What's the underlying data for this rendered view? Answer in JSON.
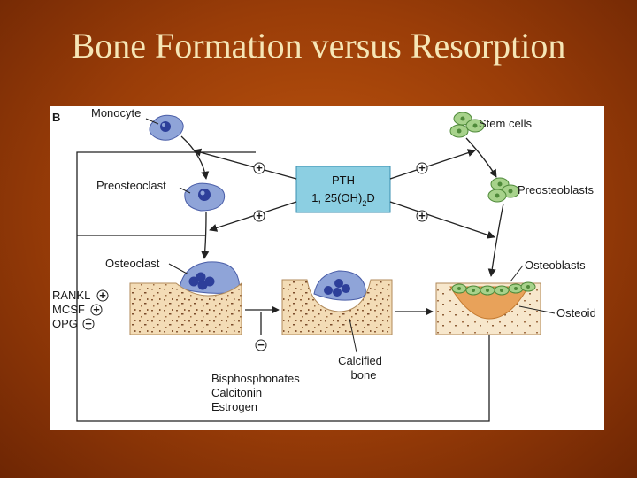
{
  "slide": {
    "title": "Bone Formation versus Resorption"
  },
  "figure": {
    "panel_letter": "B",
    "box": {
      "line1": "PTH",
      "line2_prefix": "1, 25(OH)",
      "line2_sub": "2",
      "line2_suffix": "D"
    },
    "left_labels": {
      "monocyte": "Monocyte",
      "preosteoclast": "Preosteoclast",
      "osteoclast": "Osteoclast"
    },
    "right_labels": {
      "stem_cells": "Stem cells",
      "preosteoblasts": "Preosteoblasts",
      "osteoblasts": "Osteoblasts",
      "osteoid": "Osteoid"
    },
    "regulators": [
      {
        "name": "RANKL",
        "sign": "+"
      },
      {
        "name": "MCSF",
        "sign": "+"
      },
      {
        "name": "OPG",
        "sign": "−"
      }
    ],
    "inhibitors": {
      "sign": "−",
      "items": [
        "Bisphosphonates",
        "Calcitonin",
        "Estrogen"
      ]
    },
    "calcified": {
      "line1": "Calcified",
      "line2": "bone"
    },
    "signs": {
      "plus": "+",
      "minus": "−"
    },
    "colors": {
      "box": "#8ccfe2",
      "osteoclast": "#7b93cf",
      "nucleus": "#2d3f9a",
      "osteoblast": "#a7d28b",
      "bone": "#f0d9b4",
      "osteoid": "#e8a25a"
    }
  }
}
